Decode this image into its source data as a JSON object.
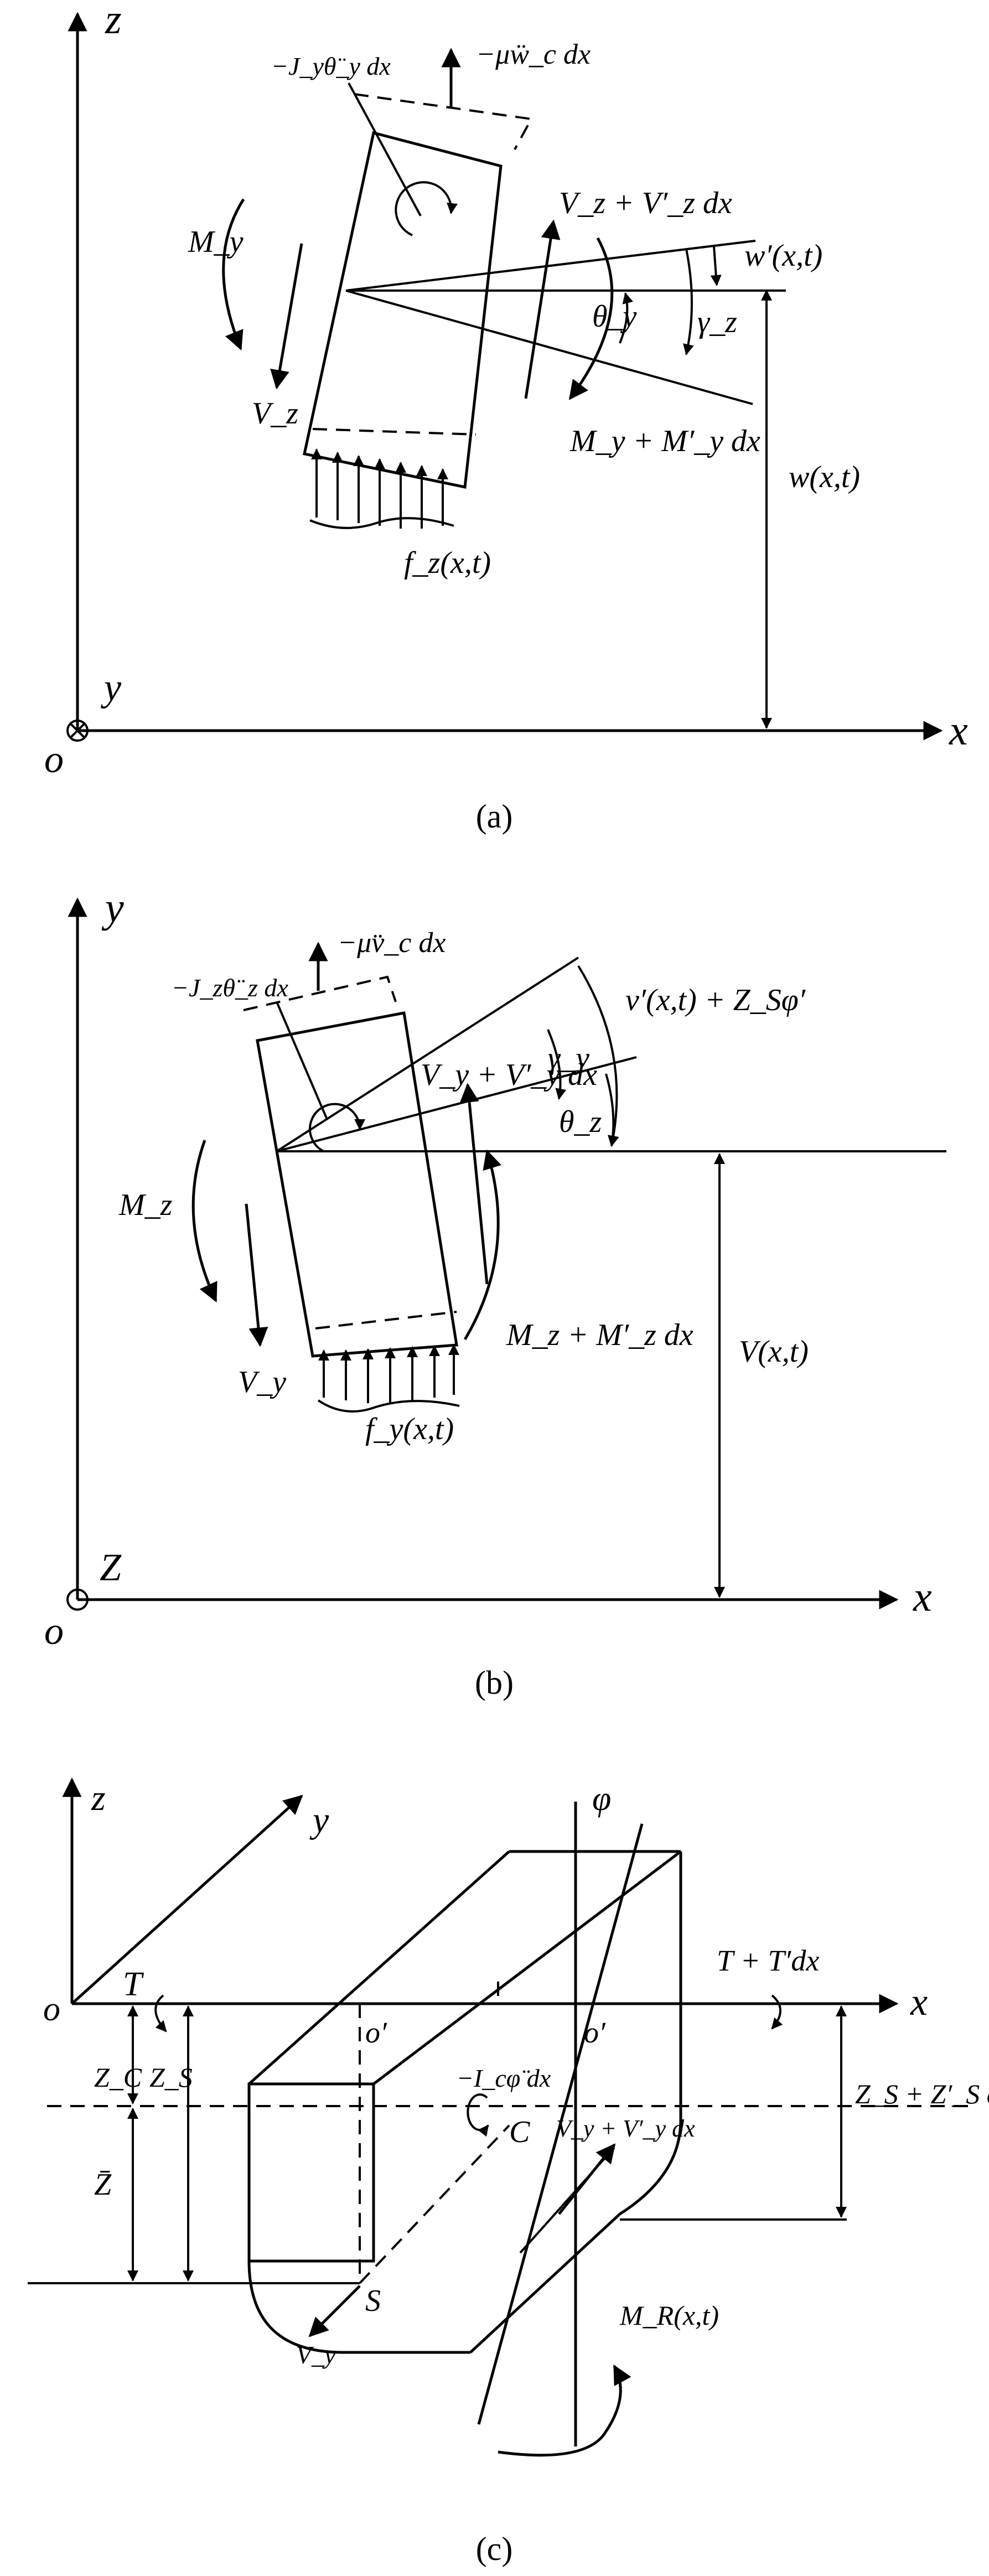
{
  "panels": [
    {
      "id": "a",
      "caption": "(a)",
      "axis_x": "x",
      "axis_z": "z",
      "axis_y": "y",
      "origin": "o",
      "labels": {
        "inertia_moment": "−J_yθ̈_y dx",
        "inertia_force": "−μẅ_c dx",
        "shear_right": "V_z + V′_z dx",
        "moment_left": "M_y",
        "slope": "w′(x,t)",
        "theta": "θ_y",
        "gamma": "γ_z",
        "shear_left": "V_z",
        "moment_right": "M_y + M′_y dx",
        "deflection": "w(x,t)",
        "load": "f_z(x,t)"
      }
    },
    {
      "id": "b",
      "caption": "(b)",
      "axis_x": "x",
      "axis_y": "y",
      "axis_z": "Z",
      "origin": "o",
      "labels": {
        "inertia_force": "−μv̈_c dx",
        "inertia_moment": "−J_zθ̈_z dx",
        "shear_right": "V_y + V′_y dx",
        "slope": "v′(x,t) + Z_Sφ′",
        "gamma": "γ_y",
        "theta": "θ_z",
        "moment_left": "M_z",
        "moment_right": "M_z + M′_z dx",
        "shear_left": "V_y",
        "deflection": "V(x,t)",
        "load": "f_y(x,t)"
      }
    },
    {
      "id": "c",
      "caption": "(c)",
      "axis_z": "z",
      "axis_y": "y",
      "axis_x": "x",
      "axis_phi": "φ",
      "origin": "o",
      "labels": {
        "torque_left": "T",
        "torque_right": "T + T′dx",
        "o_prime_left": "o′",
        "o_prime_right": "o′",
        "zc": "Z_C",
        "zs": "Z_S",
        "zs_right": "Z_S + Z′_S dx",
        "inertia_moment": "−I_cφ̈ dx",
        "centroid": "C",
        "shear_right": "V_y + V′_y dx",
        "zbar": "Z̄",
        "shear_center": "S",
        "shear_left": "V_y",
        "moment": "M_R(x,t)"
      }
    }
  ]
}
